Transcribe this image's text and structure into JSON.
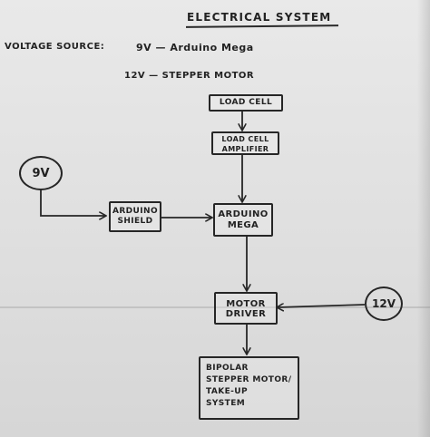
{
  "title": "ELECTRICAL   SYSTEM",
  "voltage_source": {
    "label": "VOLTAGE  SOURCE:",
    "line_9v": "9V  —  Arduino Mega",
    "line_12v": "12V  —  STEPPER MOTOR"
  },
  "blocks": {
    "load_cell": "LOAD CELL",
    "amplifier": "LOAD CELL\nAMPLIFIER",
    "arduino_shield": "ARDUINO\nSHIELD",
    "arduino_mega": "ARDUINO\nMEGA",
    "motor_driver": "MOTOR\nDRIVER",
    "stepper": "BIPOLAR\nSTEPPER MOTOR/\nTAKE-UP\nSYSTEM"
  },
  "sources": {
    "left": "9V",
    "right": "12V"
  },
  "colors": {
    "ink": "#262626",
    "paper": "#e4e4e4"
  }
}
